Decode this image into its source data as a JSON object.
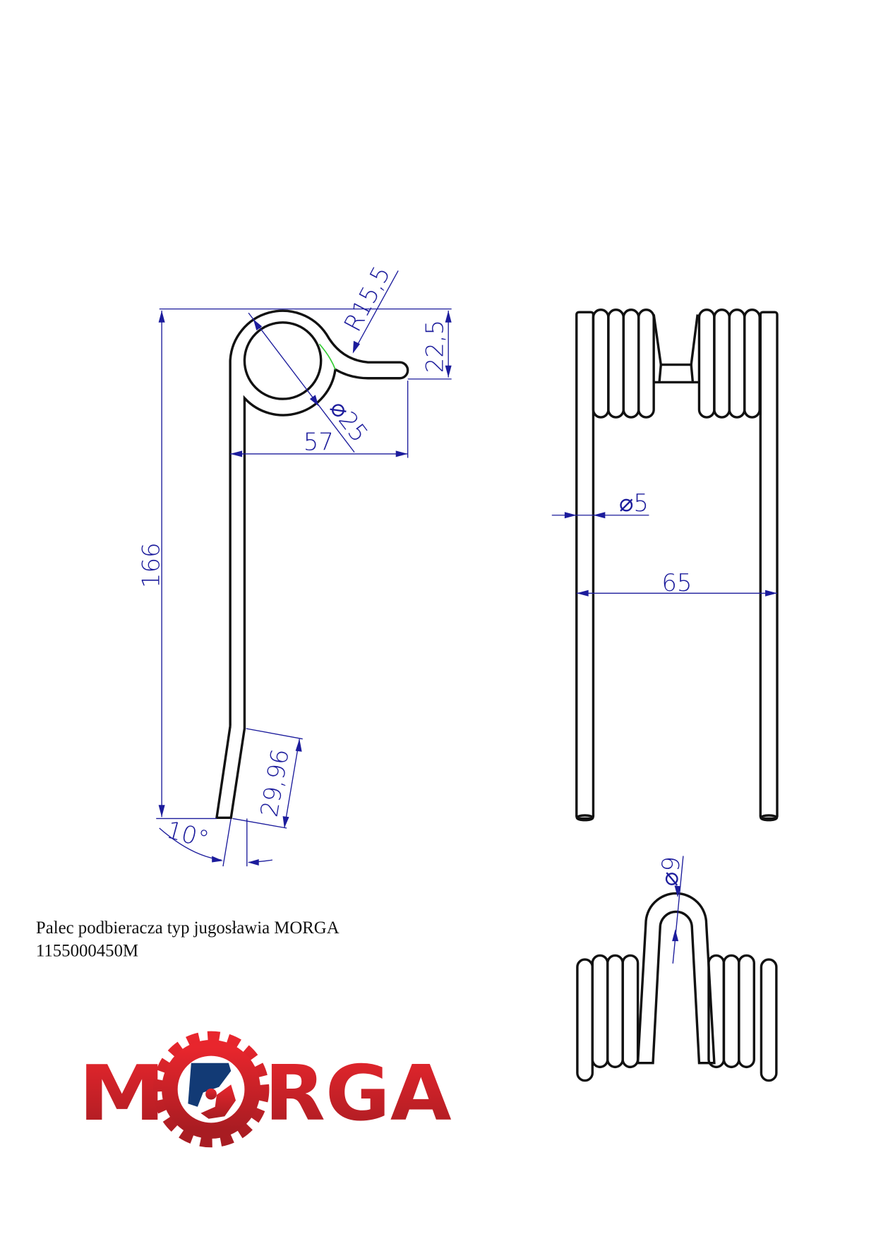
{
  "caption": {
    "title": "Palec podbieracza typ jugosławia MORGA",
    "code": "1155000450M"
  },
  "dimensions": {
    "height": "166",
    "width": "57",
    "hook_height": "22,5",
    "radius": "R15,5",
    "loop_diameter": "⌀25",
    "tip_length": "29,96",
    "tip_angle": "10°",
    "wire_diameter": "⌀5",
    "leg_spacing": "65",
    "bend_diameter": "⌀9"
  },
  "logo": {
    "text_left": "M",
    "text_right": "RGA",
    "brand": "MORGA",
    "red": "#d8232a",
    "blue": "#123a75"
  },
  "colors": {
    "dimension": "#1c1c9c",
    "line": "#111111"
  }
}
